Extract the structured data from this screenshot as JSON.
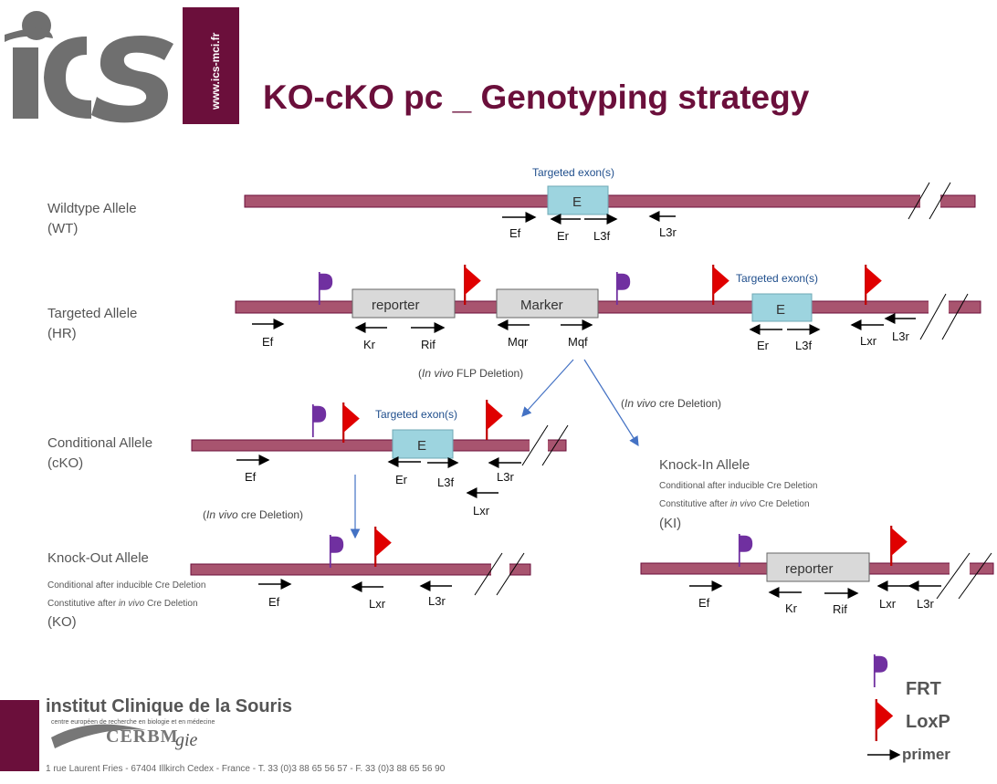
{
  "title": "KO-cKO pc _ Genotyping strategy",
  "logo": {
    "text": "iCS",
    "url_vertical": "www.ics-mci.fr"
  },
  "colors": {
    "maroon": "#6b0f3b",
    "bar": "#a8546f",
    "exon": "#9dd4df",
    "box": "#d9d9d9",
    "frt": "#7030a0",
    "loxp": "#e00000",
    "arrow_blue": "#4472c4"
  },
  "alleles": {
    "wt": {
      "name": "Wildtype Allele",
      "abbr": "(WT)",
      "exon_caption": "Targeted exon(s)",
      "exon": "E",
      "primers": [
        "Ef",
        "Er",
        "L3f",
        "L3r"
      ]
    },
    "hr": {
      "name": "Targeted Allele",
      "abbr": "(HR)",
      "exon_caption": "Targeted exon(s)",
      "exon": "E",
      "reporter": "reporter",
      "marker": "Marker",
      "primers": [
        "Ef",
        "Kr",
        "Rif",
        "Mqr",
        "Mqf",
        "Er",
        "L3f",
        "Lxr",
        "L3r"
      ]
    },
    "cko": {
      "name": "Conditional Allele",
      "abbr": "(cKO)",
      "exon_caption": "Targeted exon(s)",
      "exon": "E",
      "primers": [
        "Ef",
        "Er",
        "L3f",
        "L3r",
        "Lxr"
      ]
    },
    "ko": {
      "name": "Knock-Out Allele",
      "abbr": "(KO)",
      "note1": "Conditional after inducible Cre Deletion",
      "note2_pre": "Constitutive after ",
      "note2_em": "in vivo",
      "note2_post": " Cre Deletion",
      "primers": [
        "Ef",
        "Lxr",
        "L3r"
      ]
    },
    "ki": {
      "name": "Knock-In Allele",
      "abbr": "(KI)",
      "note1": "Conditional after inducible Cre Deletion",
      "note2_pre": "Constitutive after ",
      "note2_em": "in vivo",
      "note2_post": " Cre Deletion",
      "reporter": "reporter",
      "primers": [
        "Ef",
        "Kr",
        "Rif",
        "Lxr",
        "L3r"
      ]
    }
  },
  "deletions": {
    "flp": {
      "pre": "(",
      "em": "In vivo",
      "post": " FLP Deletion)"
    },
    "cre_ki": {
      "pre": "(",
      "em": "In vivo",
      "post": " cre Deletion)"
    },
    "cre_ko": {
      "pre": "(",
      "em": "In vivo",
      "post": " cre Deletion)"
    }
  },
  "legend": {
    "frt": "FRT",
    "loxp": "LoxP",
    "primer": "primer"
  },
  "footer": {
    "institute": "institut Clinique de la Souris",
    "subtitle": "centre européen de recherche en biologie et en médecine",
    "cerbm": "CERBM",
    "gie": "gie",
    "address": "1 rue Laurent Fries - 67404 Illkirch Cedex - France - T.  33 (0)3 88 65 56 57 - F.  33 (0)3 88 65 56 90"
  }
}
